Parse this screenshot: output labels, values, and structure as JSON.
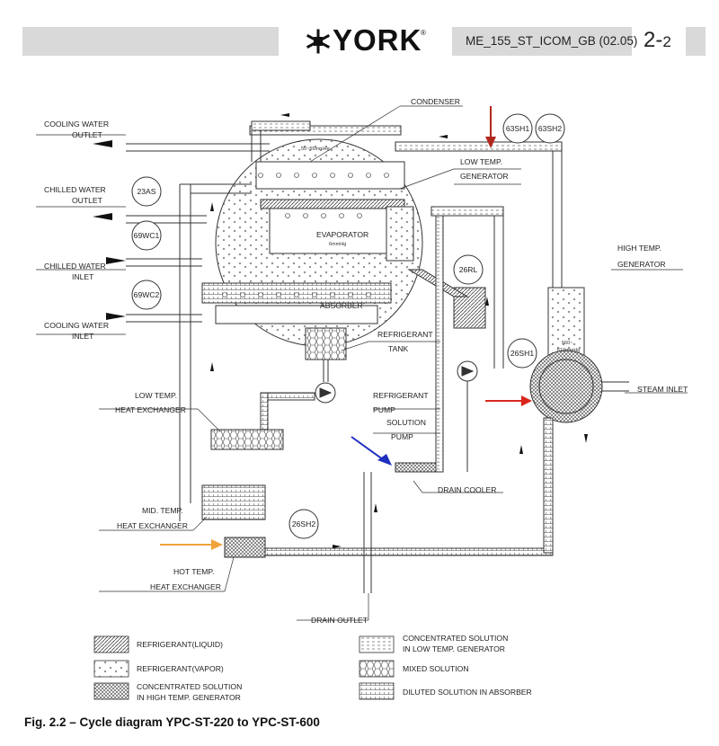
{
  "header": {
    "brand": "YORK",
    "registered_mark": "®",
    "doc_id": "ME_155_ST_ICOM_GB (02.05)",
    "page_main": "2-",
    "page_sub": "2"
  },
  "labels": {
    "condenser": "CONDENSER",
    "cooling_water_outlet_1": "COOLING WATER",
    "cooling_water_outlet_2": "OUTLET",
    "chilled_water_outlet_1": "CHILLED WATER",
    "chilled_water_outlet_2": "OUTLET",
    "chilled_water_inlet_1": "CHILLED WATER",
    "chilled_water_inlet_2": "INLET",
    "cooling_water_inlet_1": "COOLING WATER",
    "cooling_water_inlet_2": "INLET",
    "low_temp_generator_1": "LOW TEMP.",
    "low_temp_generator_2": "GENERATOR",
    "evaporator": "EVAPORATOR",
    "evaporator_pressure": "6mmHg",
    "condenser_pressure": "50~55mmHg",
    "absorber": "ABSORBER",
    "high_temp_generator_1": "HIGH TEMP.",
    "high_temp_generator_2": "GENERATOR",
    "htg_pressure_1": "560~",
    "htg_pressure_2": "610mmHg",
    "refrigerant_tank_1": "REFRIGERANT",
    "refrigerant_tank_2": "TANK",
    "refrigerant_pump_1": "REFRIGERANT",
    "refrigerant_pump_2": "PUMP",
    "solution_pump_1": "SOLUTION",
    "solution_pump_2": "PUMP",
    "steam_inlet": "STEAM INLET",
    "low_temp_hx_1": "LOW TEMP.",
    "low_temp_hx_2": "HEAT EXCHANGER",
    "drain_cooler": "DRAIN COOLER",
    "mid_temp_hx_1": "MID. TEMP.",
    "mid_temp_hx_2": "HEAT EXCHANGER",
    "hot_temp_hx_1": "HOT TEMP.",
    "hot_temp_hx_2": "HEAT EXCHANGER",
    "drain_outlet": "DRAIN OUTLET"
  },
  "gauges": {
    "g_63sh1": "63SH1",
    "g_63sh2": "63SH2",
    "g_23as": "23AS",
    "g_69wc1": "69WC1",
    "g_69wc2": "69WC2",
    "g_26rl": "26RL",
    "g_26sh1": "26SH1",
    "g_26sh2": "26SH2"
  },
  "legend": {
    "refrigerant_liquid": "REFRIGERANT(LIQUID)",
    "refrigerant_vapor": "REFRIGERANT(VAPOR)",
    "conc_htg_1": "CONCENTRATED SOLUTION",
    "conc_htg_2": "IN HIGH TEMP. GENERATOR",
    "conc_ltg_1": "CONCENTRATED SOLUTION",
    "conc_ltg_2": "IN LOW TEMP. GENERATOR",
    "mixed_solution": "MIXED SOLUTION",
    "diluted_solution": "DILUTED SOLUTION IN ABSORBER"
  },
  "caption": "Fig. 2.2 – Cycle diagram YPC-ST-220 to YPC-ST-600",
  "colors": {
    "header_bar": "#d9d9d9",
    "line": "#333333",
    "annotation_red_dark": "#b0281c",
    "annotation_red": "#d9261c",
    "annotation_blue": "#1f2fbf",
    "annotation_orange": "#f0a33c"
  }
}
